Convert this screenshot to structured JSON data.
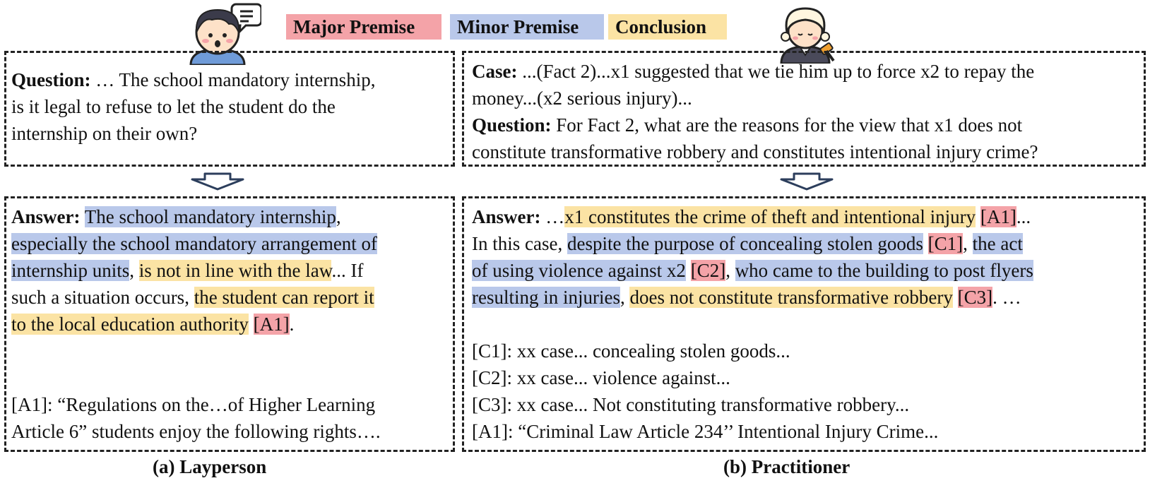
{
  "legend": {
    "major": "Major Premise",
    "minor": "Minor Premise",
    "conclusion": "Conclusion",
    "colors": {
      "major": "#f4a3a8",
      "minor": "#b9c8ea",
      "conclusion": "#fbe3a4"
    }
  },
  "layperson": {
    "question_label": "Question:",
    "question_lines": [
      " … The school mandatory internship,",
      "is it legal to refuse to let the student do the",
      "internship on their own?"
    ],
    "answer_label": "Answer:",
    "answer": {
      "l1_minor": "The school mandatory internship",
      "l1_rest": ",",
      "l2_minor": "especially the school mandatory arrangement of",
      "l3_minor": "internship units",
      "l3_sep": ", ",
      "l3_concl": "is not in line with the law",
      "l3_rest": "... If",
      "l4_pre": "such a situation occurs, ",
      "l4_concl": "the student can report it",
      "l5_concl": "to the local education authority",
      "l5_sep": " ",
      "l5_major": "[A1]",
      "l5_end": "."
    },
    "refs": [
      "[A1]: “Regulations on the…of Higher Learning",
      "Article 6” students enjoy the following rights…."
    ],
    "caption": "(a) Layperson"
  },
  "practitioner": {
    "case_label": "Case:",
    "case_lines": [
      " ...(Fact 2)...x1 suggested that we tie him up to force x2 to repay the",
      "money...(x2 serious injury)..."
    ],
    "question_label": "Question:",
    "question_lines": [
      " For Fact 2, what are the reasons for the view that x1 does not",
      "constitute transformative robbery and constitutes intentional injury crime?"
    ],
    "answer_label": "Answer:",
    "answer": {
      "l1_pre": " …",
      "l1_concl": "x1 constitutes the crime of theft and intentional injury",
      "l1_sep": " ",
      "l1_major": "[A1]",
      "l1_end": "...",
      "l2_pre": "In this case, ",
      "l2_minor": "despite the purpose of concealing stolen goods",
      "l2_sep": " ",
      "l2_major": "[C1]",
      "l2_sep2": ", ",
      "l2_minor2": "the act",
      "l3_minor": "of using violence against x2",
      "l3_sep": " ",
      "l3_major": "[C2]",
      "l3_sep2": ", ",
      "l3_minor2": "who came to the building to post flyers",
      "l4_minor": "resulting in injuries",
      "l4_sep": ", ",
      "l4_concl": "does not constitute transformative robbery",
      "l4_sep2": " ",
      "l4_major": "[C3]",
      "l4_end": ". …"
    },
    "refs": [
      "[C1]: xx case... concealing stolen goods...",
      "[C2]: xx case... violence against...",
      "[C3]: xx case... Not constituting transformative robbery...",
      "[A1]: “Criminal Law Article 234’’ Intentional Injury Crime..."
    ],
    "caption": "(b) Practitioner"
  }
}
